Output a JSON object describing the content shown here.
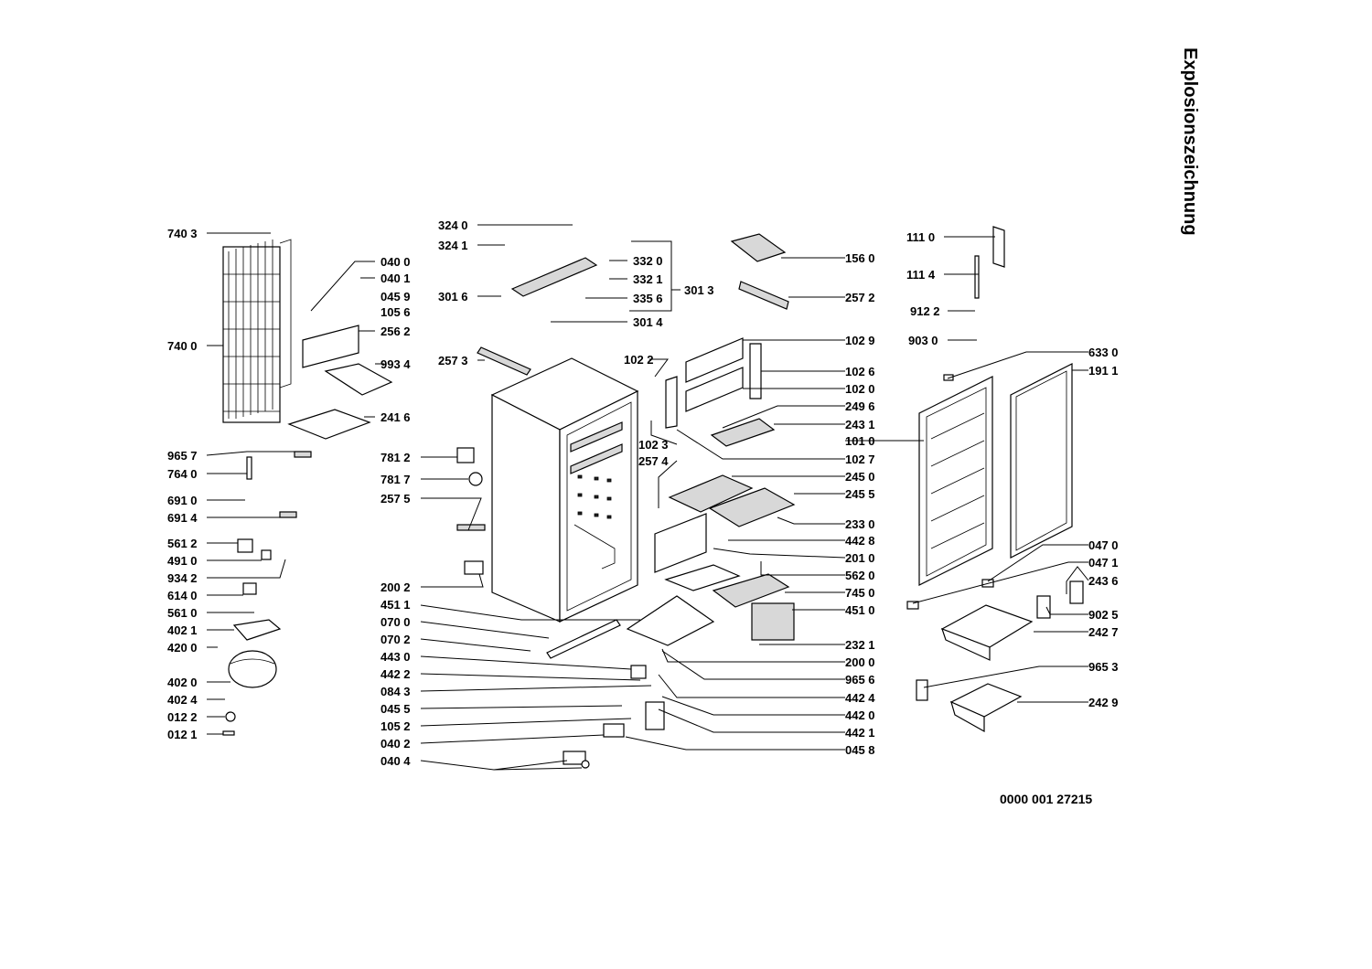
{
  "title": "Explosionszeichnung",
  "document_number": "0000 001 27215",
  "part_labels": [
    "740 3",
    "740 0",
    "040 0",
    "040 1",
    "045 9",
    "105 6",
    "256 2",
    "993 4",
    "241 6",
    "965 7",
    "764 0",
    "691 0",
    "691 4",
    "561 2",
    "491 0",
    "934 2",
    "614 0",
    "561 0",
    "402 1",
    "420 0",
    "402 0",
    "402 4",
    "012 2",
    "012 1",
    "324 0",
    "324 1",
    "301 6",
    "332 0",
    "332 1",
    "335 6",
    "301 3",
    "301 4",
    "257 3",
    "781 2",
    "781 7",
    "257 5",
    "200 2",
    "451 1",
    "070 0",
    "070 2",
    "443 0",
    "442 2",
    "084 3",
    "045 5",
    "105 2",
    "040 2",
    "040 4",
    "102 2",
    "102 3",
    "257 4",
    "156 0",
    "257 2",
    "102 9",
    "102 6",
    "102 0",
    "249 6",
    "243 1",
    "101 0",
    "102 7",
    "245 0",
    "245 5",
    "233 0",
    "442 8",
    "201 0",
    "562 0",
    "745 0",
    "451 0",
    "232 1",
    "200 0",
    "965 6",
    "442 4",
    "442 0",
    "442 1",
    "045 8",
    "111 0",
    "111 4",
    "912 2",
    "903 0",
    "633 0",
    "191 1",
    "047 0",
    "047 1",
    "243 6",
    "902 5",
    "242 7",
    "965 3",
    "242 9"
  ]
}
